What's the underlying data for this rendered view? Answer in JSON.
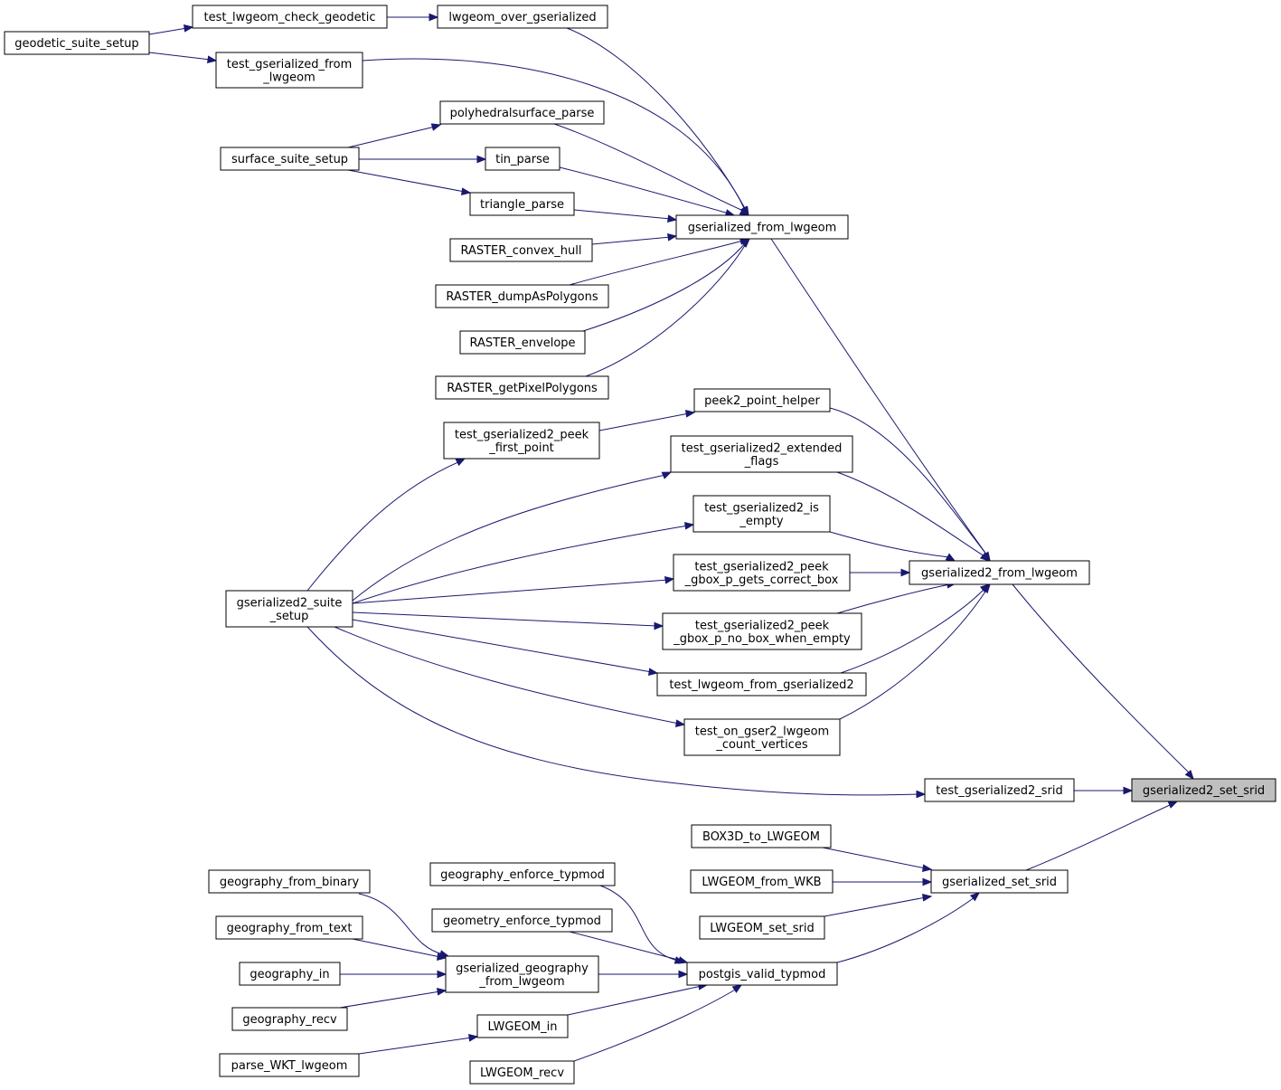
{
  "graph": {
    "nodes": [
      {
        "id": "n_geodetic_suite_setup",
        "lines": [
          "geodetic_suite_setup"
        ]
      },
      {
        "id": "n_test_lwgeom_check_geodetic",
        "lines": [
          "test_lwgeom_check_geodetic"
        ]
      },
      {
        "id": "n_lwgeom_over_gserialized",
        "lines": [
          "lwgeom_over_gserialized"
        ]
      },
      {
        "id": "n_test_gserialized_from_lwgeom",
        "lines": [
          "test_gserialized_from",
          "_lwgeom"
        ]
      },
      {
        "id": "n_polyhedralsurface_parse",
        "lines": [
          "polyhedralsurface_parse"
        ]
      },
      {
        "id": "n_surface_suite_setup",
        "lines": [
          "surface_suite_setup"
        ]
      },
      {
        "id": "n_tin_parse",
        "lines": [
          "tin_parse"
        ]
      },
      {
        "id": "n_triangle_parse",
        "lines": [
          "triangle_parse"
        ]
      },
      {
        "id": "n_gserialized_from_lwgeom",
        "lines": [
          "gserialized_from_lwgeom"
        ]
      },
      {
        "id": "n_raster_convex_hull",
        "lines": [
          "RASTER_convex_hull"
        ]
      },
      {
        "id": "n_raster_dumpaspolygons",
        "lines": [
          "RASTER_dumpAsPolygons"
        ]
      },
      {
        "id": "n_raster_envelope",
        "lines": [
          "RASTER_envelope"
        ]
      },
      {
        "id": "n_raster_getpixelpolygons",
        "lines": [
          "RASTER_getPixelPolygons"
        ]
      },
      {
        "id": "n_peek2_point_helper",
        "lines": [
          "peek2_point_helper"
        ]
      },
      {
        "id": "n_test_gserialized2_peek_first_point",
        "lines": [
          "test_gserialized2_peek",
          "_first_point"
        ]
      },
      {
        "id": "n_test_gserialized2_extended_flags",
        "lines": [
          "test_gserialized2_extended",
          "_flags"
        ]
      },
      {
        "id": "n_test_gserialized2_is_empty",
        "lines": [
          "test_gserialized2_is",
          "_empty"
        ]
      },
      {
        "id": "n_test_gserialized2_peek_gbox_correct",
        "lines": [
          "test_gserialized2_peek",
          "_gbox_p_gets_correct_box"
        ]
      },
      {
        "id": "n_gserialized2_from_lwgeom",
        "lines": [
          "gserialized2_from_lwgeom"
        ]
      },
      {
        "id": "n_gserialized2_suite_setup",
        "lines": [
          "gserialized2_suite",
          "_setup"
        ]
      },
      {
        "id": "n_test_gserialized2_peek_gbox_no_box",
        "lines": [
          "test_gserialized2_peek",
          "_gbox_p_no_box_when_empty"
        ]
      },
      {
        "id": "n_test_lwgeom_from_gserialized2",
        "lines": [
          "test_lwgeom_from_gserialized2"
        ]
      },
      {
        "id": "n_test_on_gser2_lwgeom_count_vertices",
        "lines": [
          "test_on_gser2_lwgeom",
          "_count_vertices"
        ]
      },
      {
        "id": "n_test_gserialized2_srid",
        "lines": [
          "test_gserialized2_srid"
        ]
      },
      {
        "id": "n_gserialized2_set_srid",
        "lines": [
          "gserialized2_set_srid"
        ]
      },
      {
        "id": "n_box3d_to_lwgeom",
        "lines": [
          "BOX3D_to_LWGEOM"
        ]
      },
      {
        "id": "n_lwgeom_from_wkb",
        "lines": [
          "LWGEOM_from_WKB"
        ]
      },
      {
        "id": "n_gserialized_set_srid",
        "lines": [
          "gserialized_set_srid"
        ]
      },
      {
        "id": "n_lwgeom_set_srid",
        "lines": [
          "LWGEOM_set_srid"
        ]
      },
      {
        "id": "n_geography_from_binary",
        "lines": [
          "geography_from_binary"
        ]
      },
      {
        "id": "n_geography_enforce_typmod",
        "lines": [
          "geography_enforce_typmod"
        ]
      },
      {
        "id": "n_geography_from_text",
        "lines": [
          "geography_from_text"
        ]
      },
      {
        "id": "n_geometry_enforce_typmod",
        "lines": [
          "geometry_enforce_typmod"
        ]
      },
      {
        "id": "n_geography_in",
        "lines": [
          "geography_in"
        ]
      },
      {
        "id": "n_gserialized_geography_from_lwgeom",
        "lines": [
          "gserialized_geography",
          "_from_lwgeom"
        ]
      },
      {
        "id": "n_postgis_valid_typmod",
        "lines": [
          "postgis_valid_typmod"
        ]
      },
      {
        "id": "n_geography_recv",
        "lines": [
          "geography_recv"
        ]
      },
      {
        "id": "n_lwgeom_in",
        "lines": [
          "LWGEOM_in"
        ]
      },
      {
        "id": "n_parse_wkt_lwgeom",
        "lines": [
          "parse_WKT_lwgeom"
        ]
      },
      {
        "id": "n_lwgeom_recv",
        "lines": [
          "LWGEOM_recv"
        ]
      }
    ],
    "focus": "n_gserialized2_set_srid",
    "colors": {
      "edge": "#191970",
      "node_border": "#000000",
      "focus_fill": "#bfbfbf",
      "node_fill": "#ffffff"
    }
  }
}
